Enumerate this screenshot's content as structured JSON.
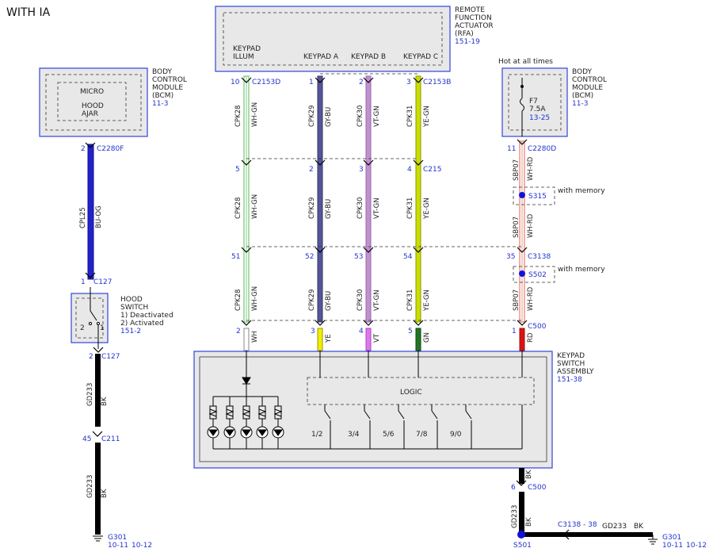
{
  "header": {
    "title": "WITH IA"
  },
  "modules": {
    "rfa": {
      "lines": [
        "REMOTE",
        "FUNCTION",
        "ACTUATOR",
        "(RFA)"
      ],
      "ref": "151-19"
    },
    "bcm_left": {
      "lines": [
        "BODY",
        "CONTROL",
        "MODULE",
        "(BCM)"
      ],
      "ref": "11-3",
      "inner": [
        "MICRO",
        "HOOD",
        "AJAR"
      ]
    },
    "bcm_right": {
      "lines": [
        "BODY",
        "CONTROL",
        "MODULE",
        "(BCM)"
      ],
      "ref": "11-3",
      "note": "Hot at all times",
      "fuse": "F7",
      "amps": "7.5A",
      "fuse_ref": "13-25"
    },
    "hood_switch": {
      "lines": [
        "HOOD",
        "SWITCH",
        "1) Deactivated",
        "2) Activated"
      ],
      "ref": "151-2",
      "pin_labels": [
        "2",
        "1"
      ]
    },
    "keypad": {
      "lines": [
        "KEYPAD",
        "SWITCH",
        "ASSEMBLY"
      ],
      "ref": "151-38",
      "logic": "LOGIC",
      "switches": [
        "1/2",
        "3/4",
        "5/6",
        "7/8",
        "9/0"
      ]
    }
  },
  "rfa_pins": [
    "KEYPAD ILLUM",
    "KEYPAD A",
    "KEYPAD B",
    "KEYPAD C"
  ],
  "connectors": {
    "c2153d": "C2153D",
    "c2153b": "C2153B",
    "c2280f": "C2280F",
    "c2280d": "C2280D",
    "c215": "C215",
    "c3138": "C3138",
    "c127_top": "C127",
    "c127_bot": "C127",
    "c500_top": "C500",
    "c500_bot": "C500",
    "c211": "C211",
    "s315": "S315",
    "s502": "S502",
    "s501": "S501",
    "g301_left": "G301",
    "g301_right": "G301",
    "c3138_ref": "C3138 - 38"
  },
  "pins": {
    "rfa": [
      "10",
      "1",
      "2",
      "3"
    ],
    "c215": [
      "5",
      "2",
      "3",
      "4"
    ],
    "c3138": [
      "51",
      "52",
      "53",
      "54",
      "35"
    ],
    "c500": [
      "2",
      "3",
      "4",
      "5",
      "1"
    ],
    "c2280f": "2",
    "c2280d": "11",
    "c127_top": "1",
    "c127_bot": "2",
    "c211": "45",
    "c500_bot": "6",
    "c3138_bot": "38"
  },
  "wires": {
    "cpk28": {
      "circuit": "CPK28",
      "color": "WH-GN",
      "short": "WH"
    },
    "cpk29": {
      "circuit": "CPK29",
      "color": "GY-BU",
      "short": "YE"
    },
    "cpk30": {
      "circuit": "CPK30",
      "color": "VT-GN",
      "short": "VT"
    },
    "cpk31": {
      "circuit": "CPK31",
      "color": "YE-GN",
      "short": "GN"
    },
    "sbp07": {
      "circuit": "SBP07",
      "color": "WH-RD",
      "short": "RD"
    },
    "cpl25": {
      "circuit": "CPL25",
      "color": "BU-OG"
    },
    "gd233": {
      "circuit": "GD233",
      "color": "BK"
    }
  },
  "notes": {
    "with_memory": "with memory"
  },
  "grounds": {
    "left_refs": [
      "10-11",
      "10-12"
    ],
    "right_refs": [
      "10-11",
      "10-12"
    ]
  },
  "colors": {
    "module_border": "#3344dd",
    "module_fill": "#e8e8e8",
    "pin_blue": "#2233cc",
    "wh_gn_stripe": "#55bb55",
    "gy_bu": "#444488",
    "vt_gn": "#bb88cc",
    "ye_gn": "#ccdd00",
    "wh_rd_stripe": "#dd6655",
    "bu_og": "#2222cc",
    "yellow": "#eeee00",
    "violet": "#dd77ee",
    "green": "#227722",
    "red": "#dd1111",
    "black": "#000000"
  }
}
